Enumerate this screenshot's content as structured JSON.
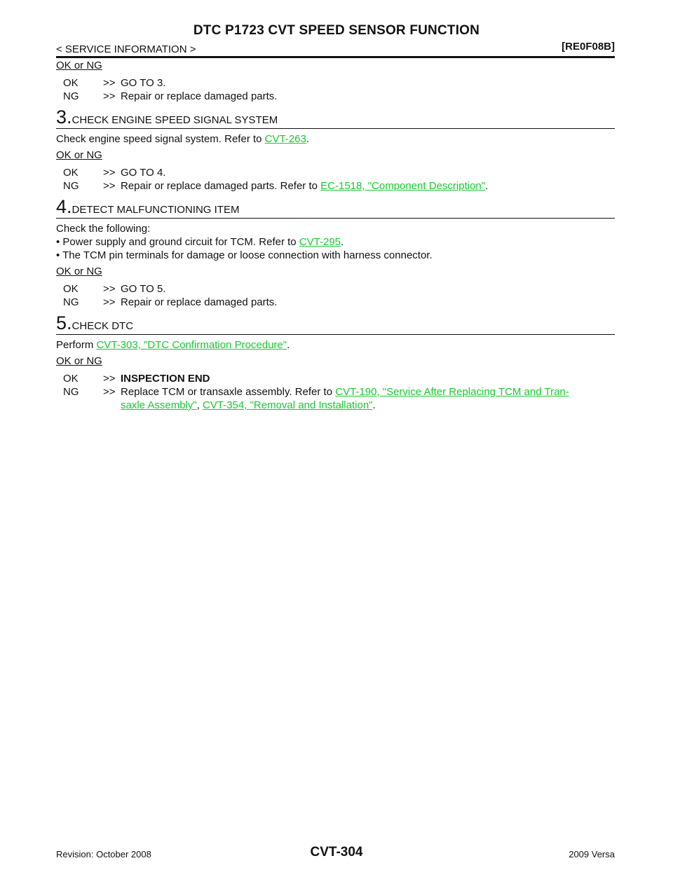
{
  "header": {
    "title": "DTC P1723 CVT SPEED SENSOR FUNCTION",
    "section": "< SERVICE INFORMATION >",
    "model_code": "[RE0F08B]"
  },
  "body": {
    "okng_1": "OK or NG",
    "r1_ok_key": "OK",
    "r1_ok_text": "GO TO 3.",
    "r1_ng_key": "NG",
    "r1_ng_text": "Repair or replace damaged parts.",
    "step3_num": "3",
    "step3_title": "CHECK ENGINE SPEED SIGNAL SYSTEM",
    "step3_text": "Check engine speed signal system. Refer to ",
    "step3_link": "CVT-263",
    "okng_2": "OK or NG",
    "r2_ok_key": "OK",
    "r2_ok_text": "GO TO 4.",
    "r2_ng_key": "NG",
    "r2_ng_text": "Repair or replace damaged parts. Refer to ",
    "r2_ng_link": "EC-1518, \"Component Description\"",
    "step4_num": "4",
    "step4_title": "DETECT MALFUNCTIONING ITEM",
    "step4_intro": "Check the following:",
    "step4_b1_text": "•  Power supply and ground circuit for TCM. Refer to ",
    "step4_b1_link": "CVT-295",
    "step4_b2_text": "•  The TCM pin terminals for damage or loose connection with harness connector.",
    "okng_3": "OK or NG",
    "r3_ok_key": "OK",
    "r3_ok_text": "GO TO 5.",
    "r3_ng_key": "NG",
    "r3_ng_text": "Repair or replace damaged parts.",
    "step5_num": "5",
    "step5_title": "CHECK DTC",
    "step5_text": "Perform ",
    "step5_link": "CVT-303, \"DTC Confirmation Procedure\"",
    "okng_4": "OK or NG",
    "r4_ok_key": "OK",
    "r4_ok_text": "INSPECTION END",
    "r4_ng_key": "NG",
    "r4_ng_text": "Replace TCM or transaxle assembly. Refer to ",
    "r4_ng_link1a": "CVT-190, \"Service After Replacing TCM and Tran-",
    "r4_ng_link1b": "saxle Assembly\"",
    "r4_ng_link2": "CVT-354, \"Removal and Installation\"",
    "arrow": ">>",
    "period": ".",
    "comma": ", "
  },
  "footer": {
    "revision": "Revision: October 2008",
    "page": "CVT-304",
    "model": "2009 Versa"
  },
  "colors": {
    "link": "#19c832",
    "text": "#111111"
  }
}
